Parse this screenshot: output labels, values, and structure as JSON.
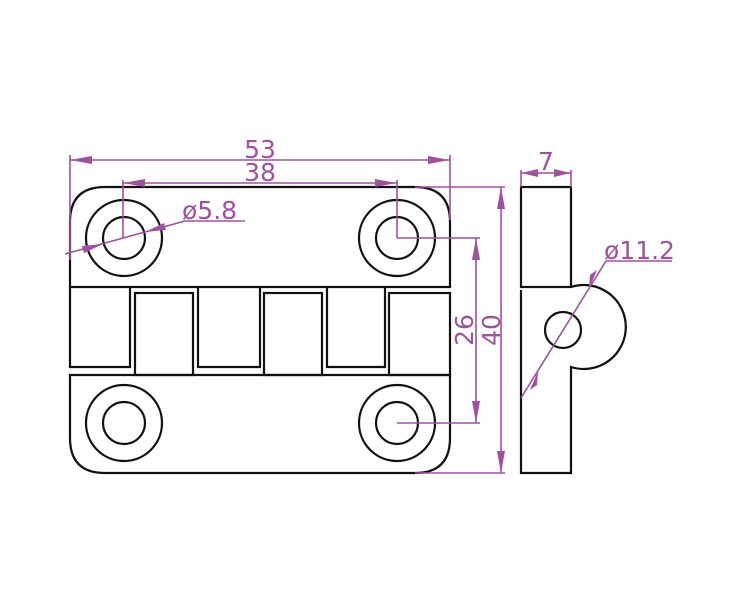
{
  "drawing": {
    "subject": "hinge",
    "colors": {
      "outline": "#111111",
      "dimension": "#a0509f"
    },
    "dimensions": {
      "overall_width": "53",
      "hole_spacing_horizontal": "38",
      "hole_diameter": "ø5.8",
      "overall_height": "40",
      "hole_spacing_vertical": "26",
      "thickness": "7",
      "knuckle_diameter": "ø11.2"
    }
  }
}
